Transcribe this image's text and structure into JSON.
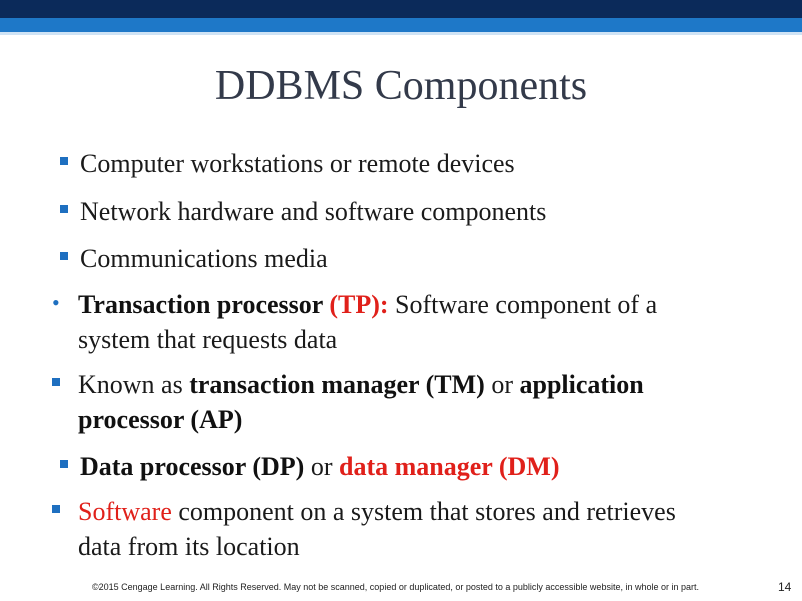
{
  "slide": {
    "title": "DDBMS Components",
    "bullets": [
      {
        "text": "Computer workstations or remote devices"
      },
      {
        "text": "Network hardware and software components"
      },
      {
        "text": "Communications media"
      },
      {
        "segments": [
          {
            "text": "Transaction processor ",
            "style": "bold"
          },
          {
            "text": "(TP):",
            "style": "bold-red"
          },
          {
            "text": " Software component of a",
            "style": "normal"
          }
        ],
        "line2": "system that requests data"
      },
      {
        "segments": [
          {
            "text": "Known as ",
            "style": "normal"
          },
          {
            "text": "transaction manager (TM)",
            "style": "bold"
          },
          {
            "text": " or ",
            "style": "normal"
          },
          {
            "text": "application",
            "style": "bold"
          }
        ],
        "line2": "processor (AP)"
      },
      {
        "segments": [
          {
            "text": "Data processor (DP)",
            "style": "bold"
          },
          {
            "text": " or ",
            "style": "normal"
          },
          {
            "text": "data manager (DM)",
            "style": "bold-red"
          }
        ]
      },
      {
        "segments": [
          {
            "text": "Software",
            "style": "red"
          },
          {
            "text": " component on a system that stores and retrieves",
            "style": "normal"
          }
        ],
        "line2": "data from its location"
      }
    ],
    "footer": "©2015 Cengage Learning. All Rights Reserved. May not be scanned, copied or duplicated, or posted to a publicly accessible website, in whole or in part.",
    "page_number": "14",
    "colors": {
      "accent": "#1e78c8",
      "dark_band": "#0b2a5a",
      "highlight_red": "#e0201a"
    }
  }
}
